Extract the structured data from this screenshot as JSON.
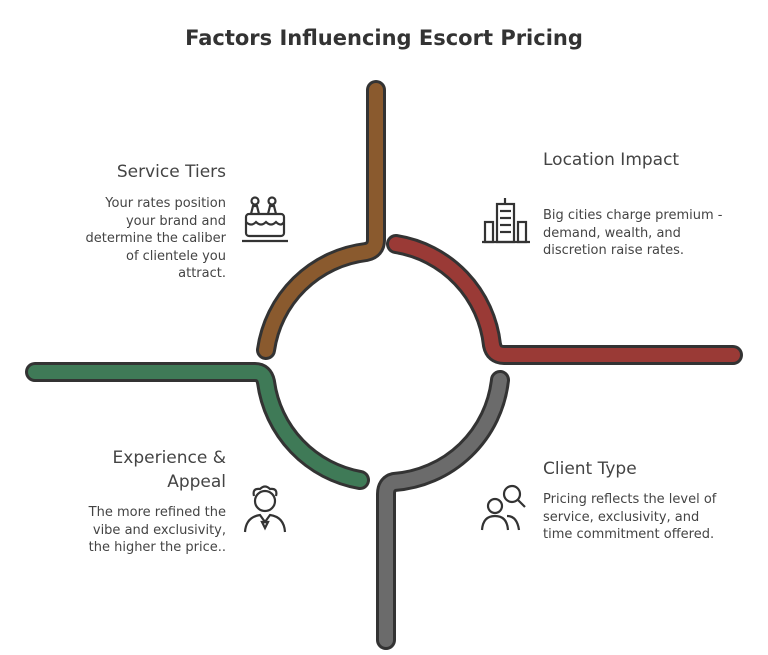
{
  "title": "Factors Influencing Escort Pricing",
  "factors": [
    {
      "heading": "Service Tiers",
      "description": "Your rates position your brand and determine the caliber of clientele you attract.",
      "icon": "cake-icon",
      "color": "#8a5a2e"
    },
    {
      "heading": "Location Impact",
      "description": "Big cities charge premium - demand, wealth, and discretion raise rates.",
      "icon": "buildings-icon",
      "color": "#9a3a36"
    },
    {
      "heading": "Experience & Appeal",
      "description": "The more refined the vibe and exclusivity, the higher the price..",
      "icon": "person-icon",
      "color": "#3f7a57"
    },
    {
      "heading": "Client Type",
      "description": "Pricing reflects the level of service, exclusivity, and time commitment offered.",
      "icon": "user-search-icon",
      "color": "#6b6b6b"
    }
  ]
}
